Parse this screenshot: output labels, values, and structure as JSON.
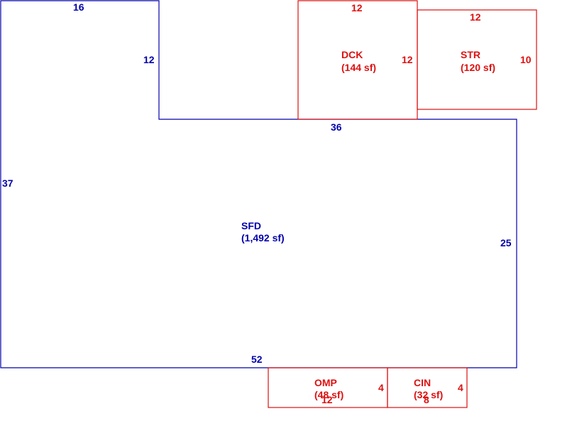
{
  "colors": {
    "main": "#0000aa",
    "addition": "#dd1111"
  },
  "areas": [
    {
      "code": "SFD",
      "area": "(1,492 sf)",
      "dims": [
        "16",
        "12",
        "37",
        "36",
        "25",
        "52"
      ]
    },
    {
      "code": "DCK",
      "area": "(144 sf)",
      "dims": [
        "12",
        "12"
      ]
    },
    {
      "code": "STR",
      "area": "(120 sf)",
      "dims": [
        "12",
        "10"
      ]
    },
    {
      "code": "OMP",
      "area": "(48 sf)",
      "dims": [
        "12",
        "4"
      ]
    },
    {
      "code": "CIN",
      "area": "(32 sf)",
      "dims": [
        "8",
        "4"
      ]
    }
  ]
}
